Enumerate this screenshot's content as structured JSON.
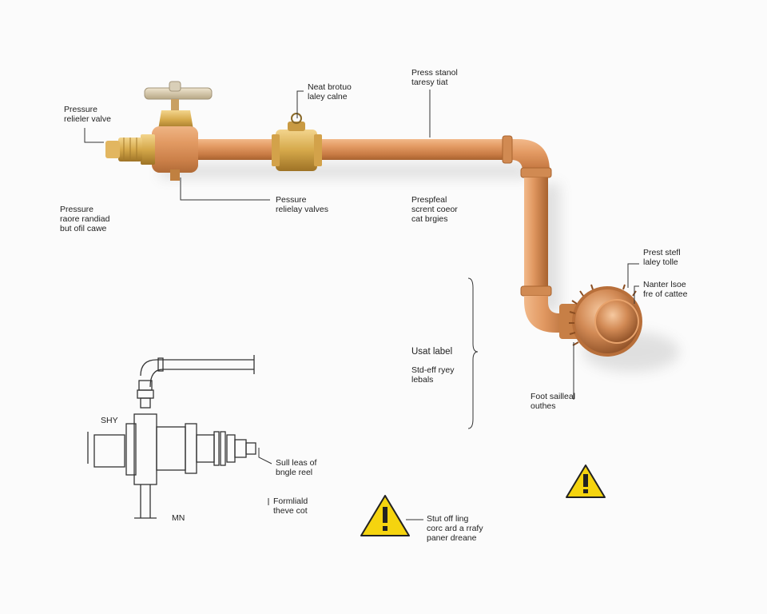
{
  "labels": {
    "pressure_relief_valve": {
      "line1": "Pressure",
      "line2": "relieler valve"
    },
    "next_proto": {
      "line1": "Neat brotuo",
      "line2": "laley calne"
    },
    "press_stanol": {
      "line1": "Press stanol",
      "line2": "taresy tiat"
    },
    "pressure_mid": {
      "line1": "Pessure",
      "line2": "relielay valves"
    },
    "left_note": {
      "line1": "Pressure",
      "line2": "raore randiad",
      "line3": "but ofil cawe"
    },
    "prespfeal": {
      "line1": "Prespfeal",
      "line2": "scrent coeor",
      "line3": "cat brgies"
    },
    "prest_stefl": {
      "line1": "Prest stefl",
      "line2": "laley tolle"
    },
    "nanter_lsoe": {
      "line1": "Nanter lsoe",
      "line2": "fre of cattee"
    },
    "usat_label": {
      "line1": "Usat label"
    },
    "stdcoff": {
      "line1": "Std-eff ryey",
      "line2": "lebals"
    },
    "foot_sailleal": {
      "line1": "Foot sailleal",
      "line2": "outhes"
    },
    "shy": {
      "line1": "SHY"
    },
    "mn": {
      "line1": "MN"
    },
    "sull_leas": {
      "line1": "Sull leas of",
      "line2": "bngle reel"
    },
    "formliald": {
      "line1": "Formliald",
      "line2": "theve cot"
    },
    "shut_off": {
      "line1": "Stut off ling",
      "line2": "corc ard a rrafy",
      "line3": "paner dreane"
    }
  },
  "icons": {
    "warning_left": "warning-triangle-icon",
    "warning_right": "warning-triangle-icon",
    "warning_color": "#f5d40f"
  },
  "colors": {
    "copper": "#d98d55",
    "brass": "#c79a3a",
    "line": "#333333"
  }
}
